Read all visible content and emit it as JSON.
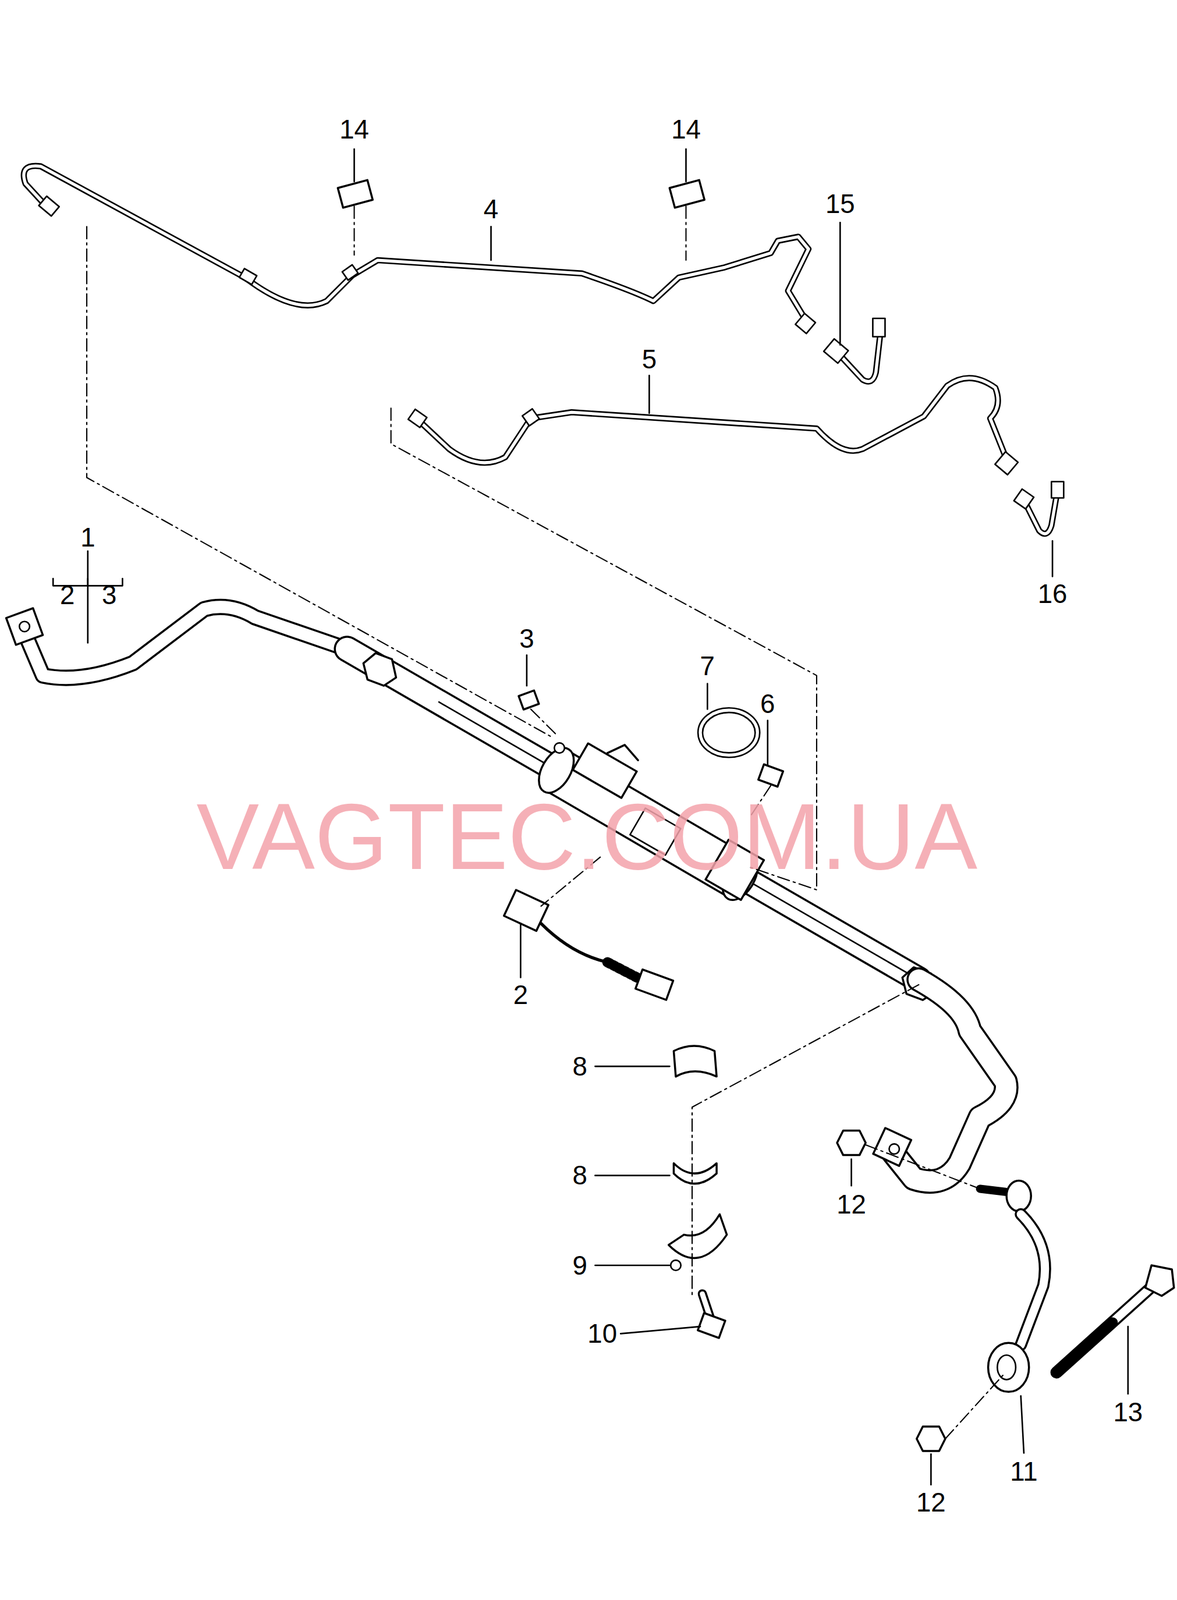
{
  "diagram": {
    "labels": [
      "14",
      "14",
      "4",
      "15",
      "5",
      "16",
      "1",
      "2",
      "3",
      "3",
      "7",
      "6",
      "VAGTEC.COM.UA",
      "2",
      "8",
      "8",
      "12",
      "9",
      "10",
      "13",
      "12",
      "11"
    ]
  }
}
